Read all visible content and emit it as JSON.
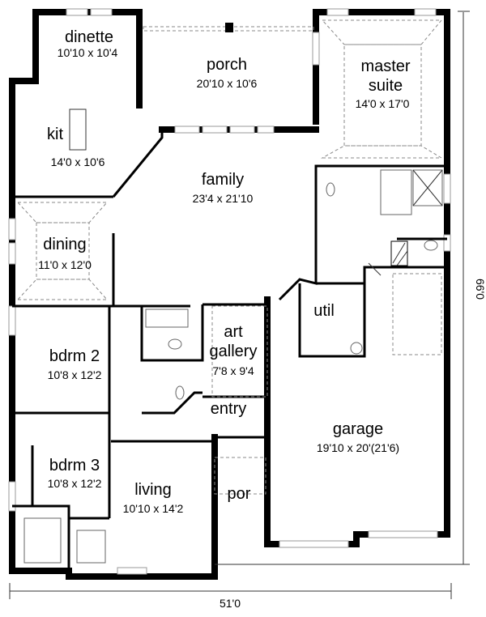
{
  "rooms": {
    "dinette": {
      "name": "dinette",
      "size": "10'10 x 10'4"
    },
    "porch": {
      "name": "porch",
      "size": "20'10 x 10'6"
    },
    "master": {
      "name_line1": "master",
      "name_line2": "suite",
      "size": "14'0 x 17'0"
    },
    "kitchen": {
      "name": "kit",
      "size": "14'0 x 10'6"
    },
    "family": {
      "name": "family",
      "size": "23'4 x 21'10"
    },
    "dining": {
      "name": "dining",
      "size": "11'0 x 12'0"
    },
    "util": {
      "name": "util"
    },
    "art_gallery": {
      "name_line1": "art",
      "name_line2": "gallery",
      "size": "7'8 x 9'4"
    },
    "bdrm2": {
      "name": "bdrm 2",
      "size": "10'8 x 12'2"
    },
    "entry": {
      "name": "entry"
    },
    "garage": {
      "name": "garage",
      "size": "19'10 x 20'(21'6)"
    },
    "bdrm3": {
      "name": "bdrm 3",
      "size": "10'8 x 12'2"
    },
    "por": {
      "name": "por"
    },
    "living": {
      "name": "living",
      "size": "10'10 x 14'2"
    }
  },
  "dimensions": {
    "width": "51'0",
    "depth": "66'0"
  }
}
